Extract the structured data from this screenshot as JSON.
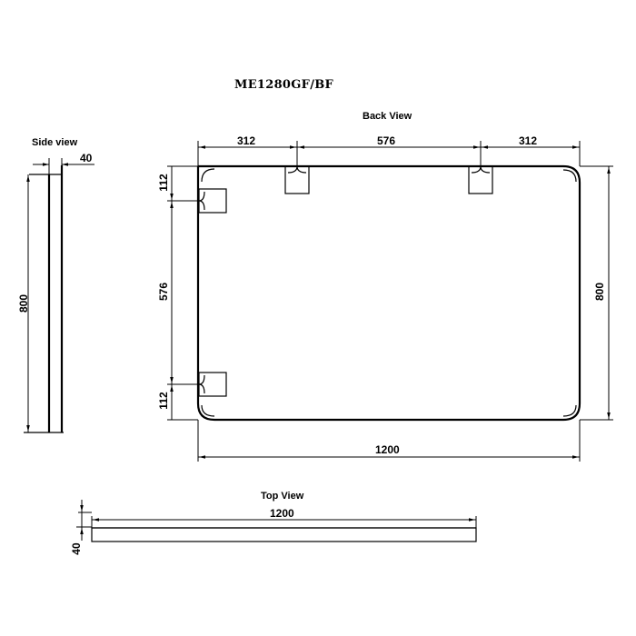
{
  "drawing": {
    "model": "ME1280GF/BF",
    "line_color": "#000000",
    "background": "#ffffff"
  },
  "side_view": {
    "title": "Side view",
    "depth": "40",
    "height": "800"
  },
  "back_view": {
    "title": "Back View",
    "top_dims": [
      "312",
      "576",
      "312"
    ],
    "left_dims": [
      "112",
      "576",
      "112"
    ],
    "height": "800",
    "width": "1200"
  },
  "top_view": {
    "title": "Top View",
    "width": "1200",
    "depth": "40"
  }
}
